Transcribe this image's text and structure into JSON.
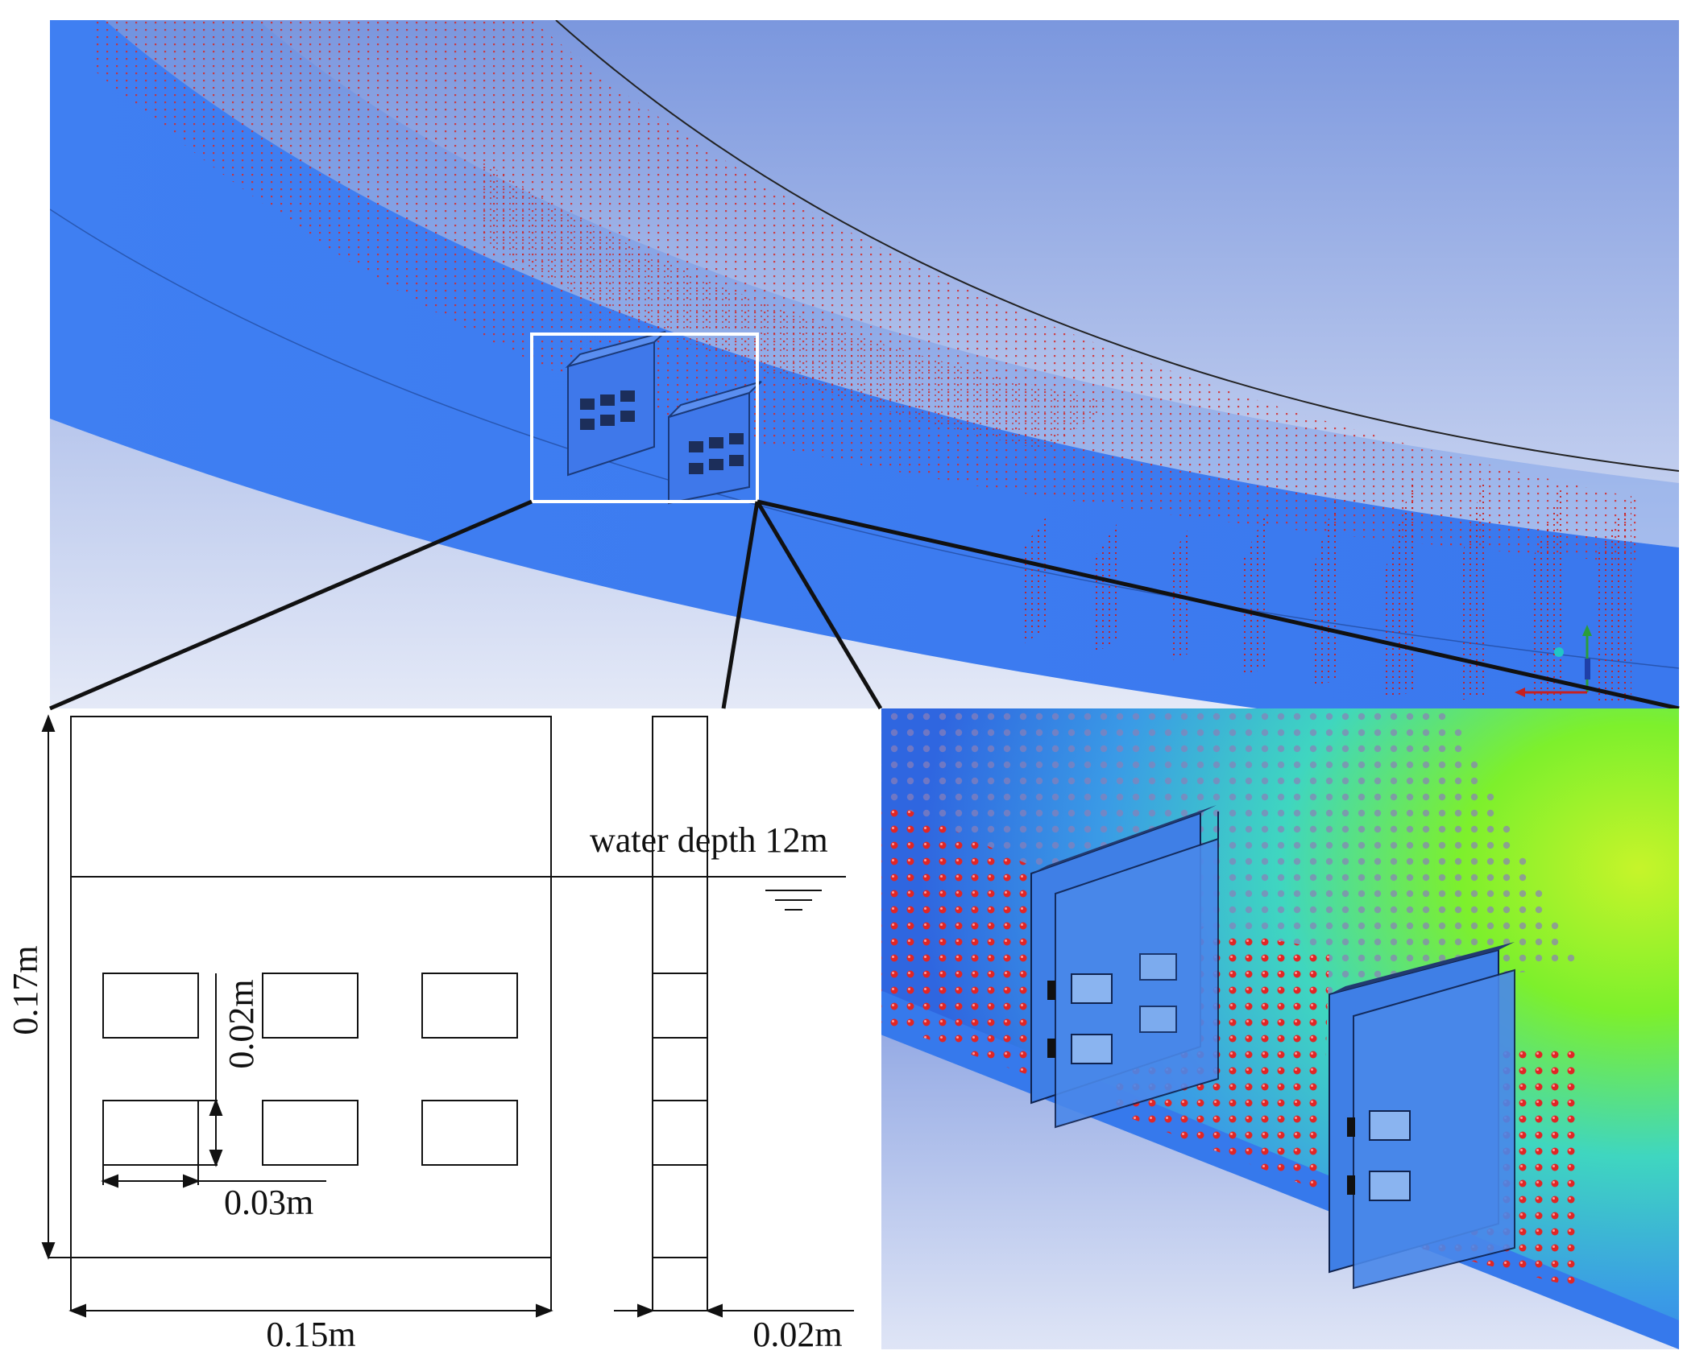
{
  "figure": {
    "panels": {
      "overview": "curved-flume-with-particle-grid",
      "drawing": "baffle-dimension-drawing",
      "closeup": "baffle-flow-closeup"
    },
    "dimensions": {
      "height": "0.17m",
      "hole_height": "0.02m",
      "hole_width": "0.03m",
      "width": "0.15m",
      "thickness": "0.02m",
      "water_depth": "water depth 12m"
    },
    "drawing": {
      "hole_rows": 2,
      "hole_columns": 3
    },
    "colors": {
      "overview_sky_top": "#7b97de",
      "overview_sky_bottom": "#e4e9f7",
      "flume_blue": "#3d7cf0",
      "particle_red": "#d42a2a",
      "highlight_box": "#ffffff",
      "flow_green": "#7df02c",
      "flow_cyan": "#3fd6c0",
      "line_black": "#111111"
    },
    "icons": {
      "axis_triad": "axis-triad-icon",
      "water_surface": "water-level-symbol-icon"
    }
  }
}
